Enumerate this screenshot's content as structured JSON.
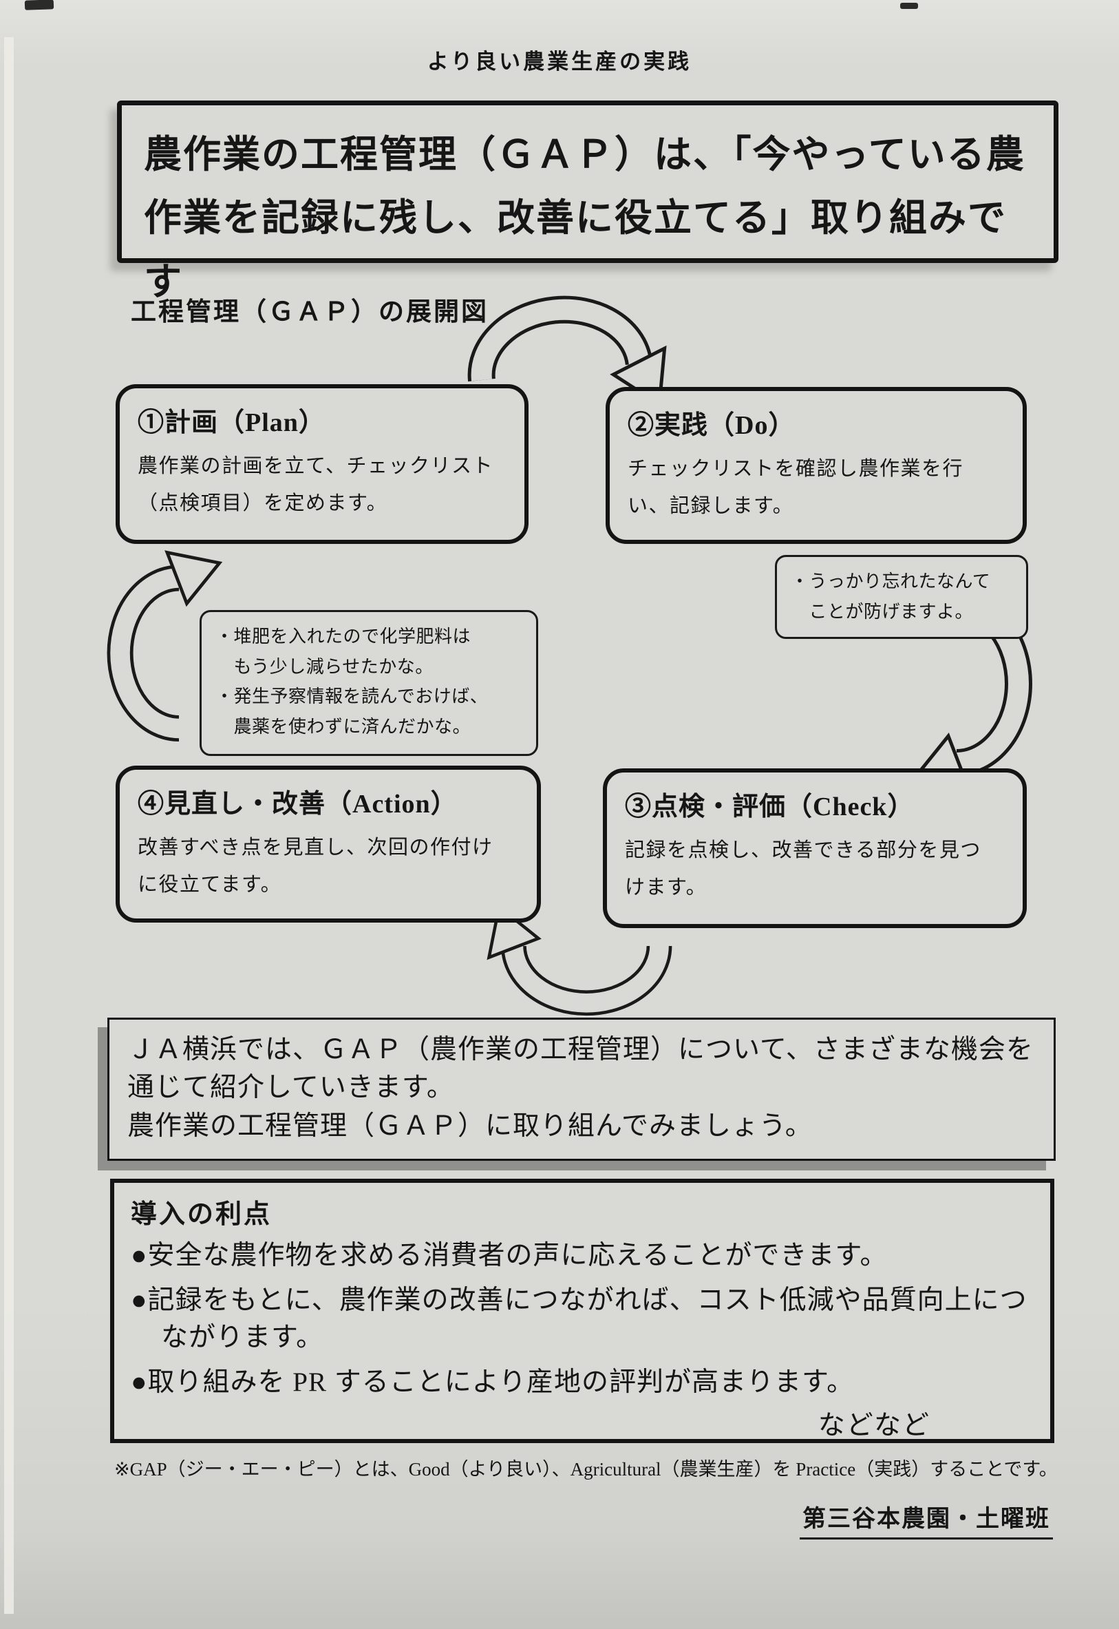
{
  "colors": {
    "paper": "#d9d9d5",
    "ink": "#161616"
  },
  "header": {
    "top_heading": "より良い農業生産の実践"
  },
  "title_box": {
    "text": "農作業の工程管理（ＧＡＰ）は、「今やっている農\n作業を記録に残し、改善に役立てる」取り組みです"
  },
  "diagram": {
    "heading": "工程管理（ＧＡＰ）の展開図",
    "plan": {
      "title": "①計画（Plan）",
      "body": "農作業の計画を立て、チェックリスト\n（点検項目）を定めます。"
    },
    "do": {
      "title": "②実践（Do）",
      "body": "チェックリストを確認し農作業を行\nい、記録します。"
    },
    "check": {
      "title": "③点検・評価（Check）",
      "body": "記録を点検し、改善できる部分を見つ\nけます。"
    },
    "action": {
      "title": "④見直し・改善（Action）",
      "body": "改善すべき点を見直し、次回の作付け\nに役立てます。"
    },
    "do_note": "・うっかり忘れたなんて\n　ことが防げますよ。",
    "plan_note": "・堆肥を入れたので化学肥料は\n　もう少し減らせたかな。\n・発生予察情報を読んでおけば、\n　農薬を使わずに済んだかな。"
  },
  "ja_box": {
    "text": "ＪＡ横浜では、ＧＡＰ（農作業の工程管理）について、さまざまな機会を\n通じて紹介していきます。\n農作業の工程管理（ＧＡＰ）に取り組んでみましょう。"
  },
  "benefits": {
    "heading": "導入の利点",
    "items": [
      "●安全な農作物を求める消費者の声に応えることができます。",
      "●記録をもとに、農作業の改善につながれば、コスト低減や品質向上につながります。",
      "●取り組みを PR することにより産地の評判が高まります。"
    ],
    "more": "などなど"
  },
  "footer": {
    "footnote": "※GAP（ジー・エー・ピー）とは、Good（より良い）、Agricultural（農業生産）を Practice（実践）することです。",
    "credit": "第三谷本農園・土曜班"
  }
}
